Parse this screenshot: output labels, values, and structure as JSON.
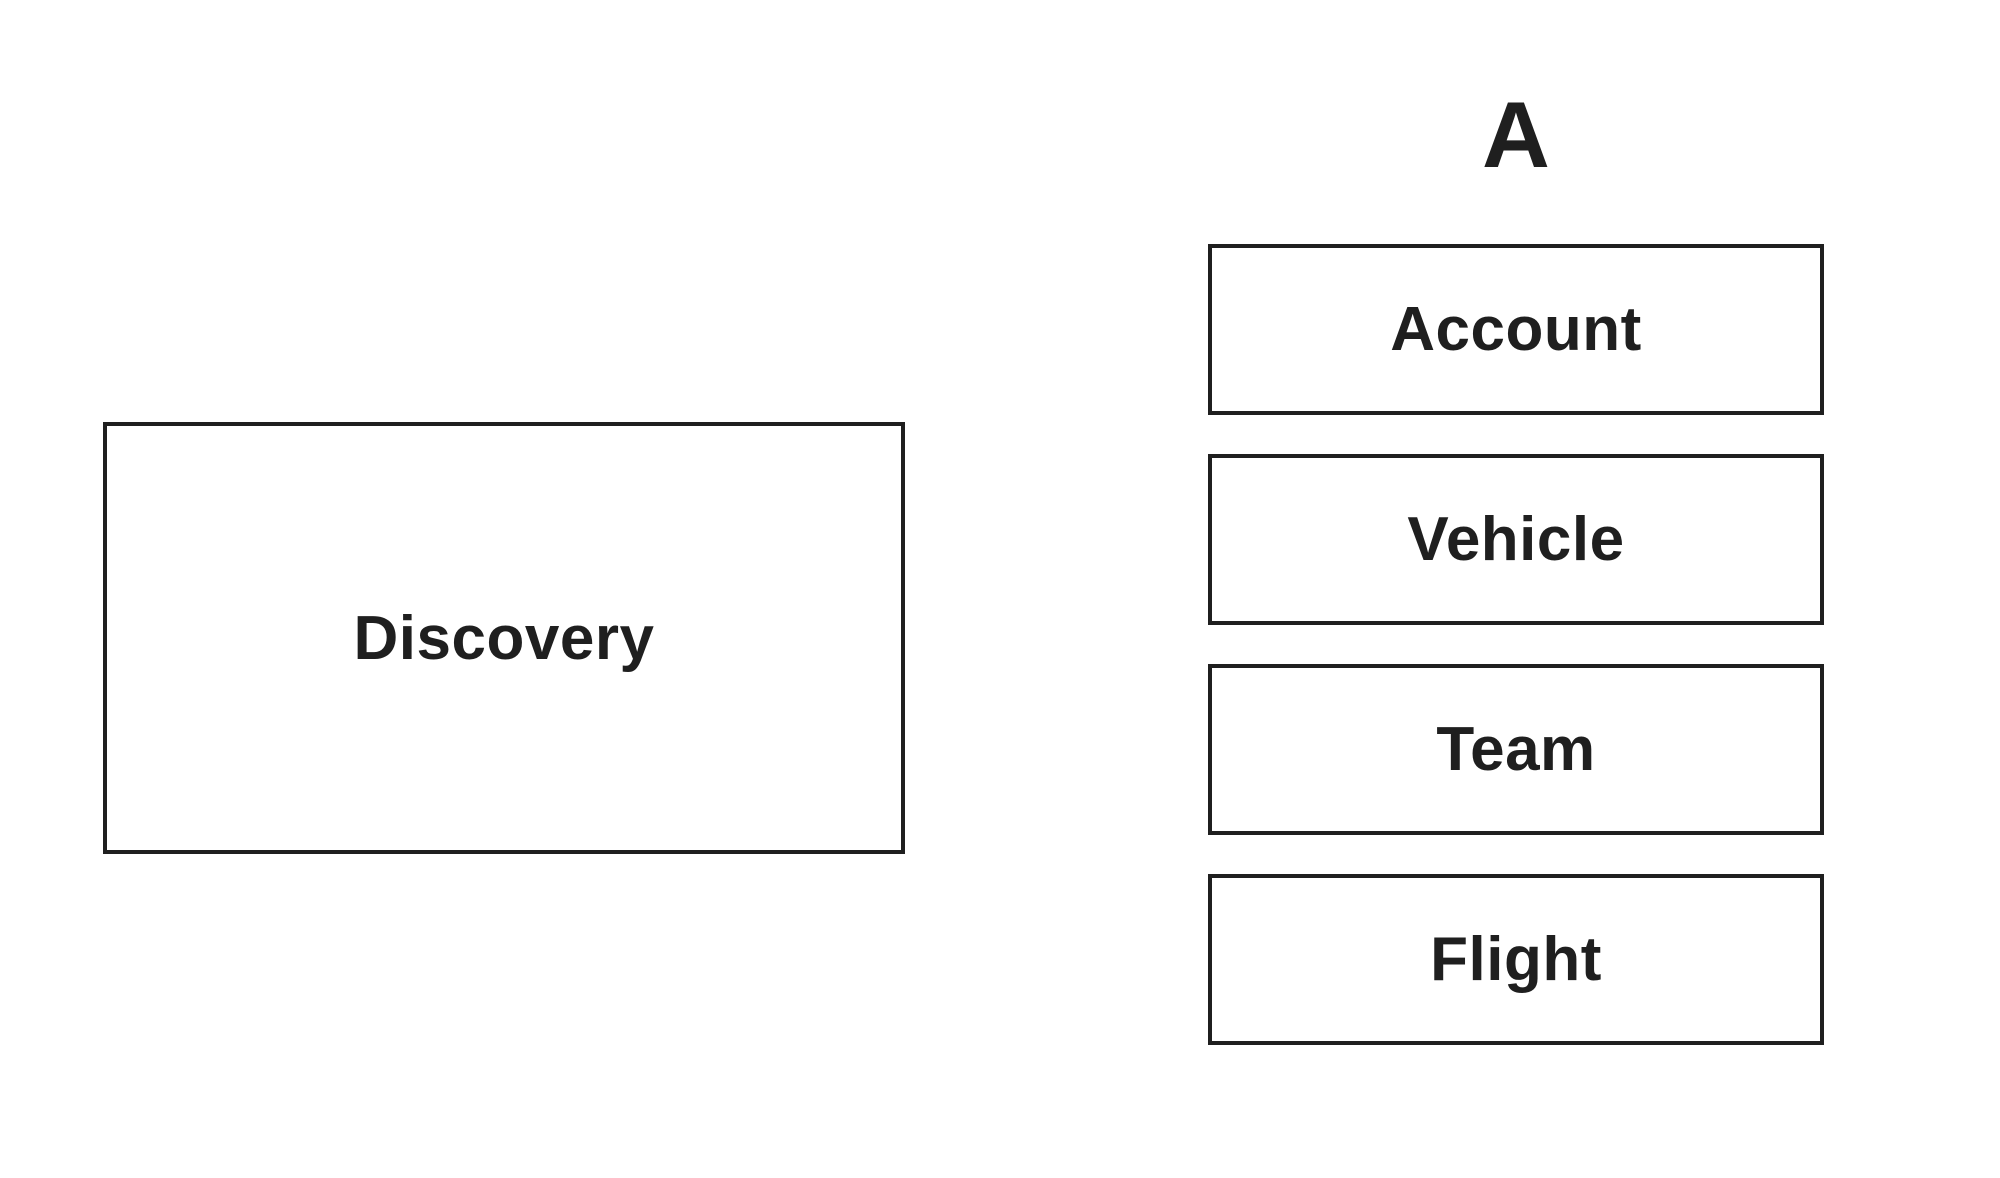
{
  "page": {
    "background_color": "#ffffff",
    "line_color": "#1f1f1f",
    "text_color": "#1f1f1f"
  },
  "diagram": {
    "discovery_box": {
      "label": "Discovery"
    },
    "column_a": {
      "header": "A",
      "boxes": [
        {
          "label": "Account"
        },
        {
          "label": "Vehicle"
        },
        {
          "label": "Team"
        },
        {
          "label": "Flight"
        }
      ]
    }
  }
}
